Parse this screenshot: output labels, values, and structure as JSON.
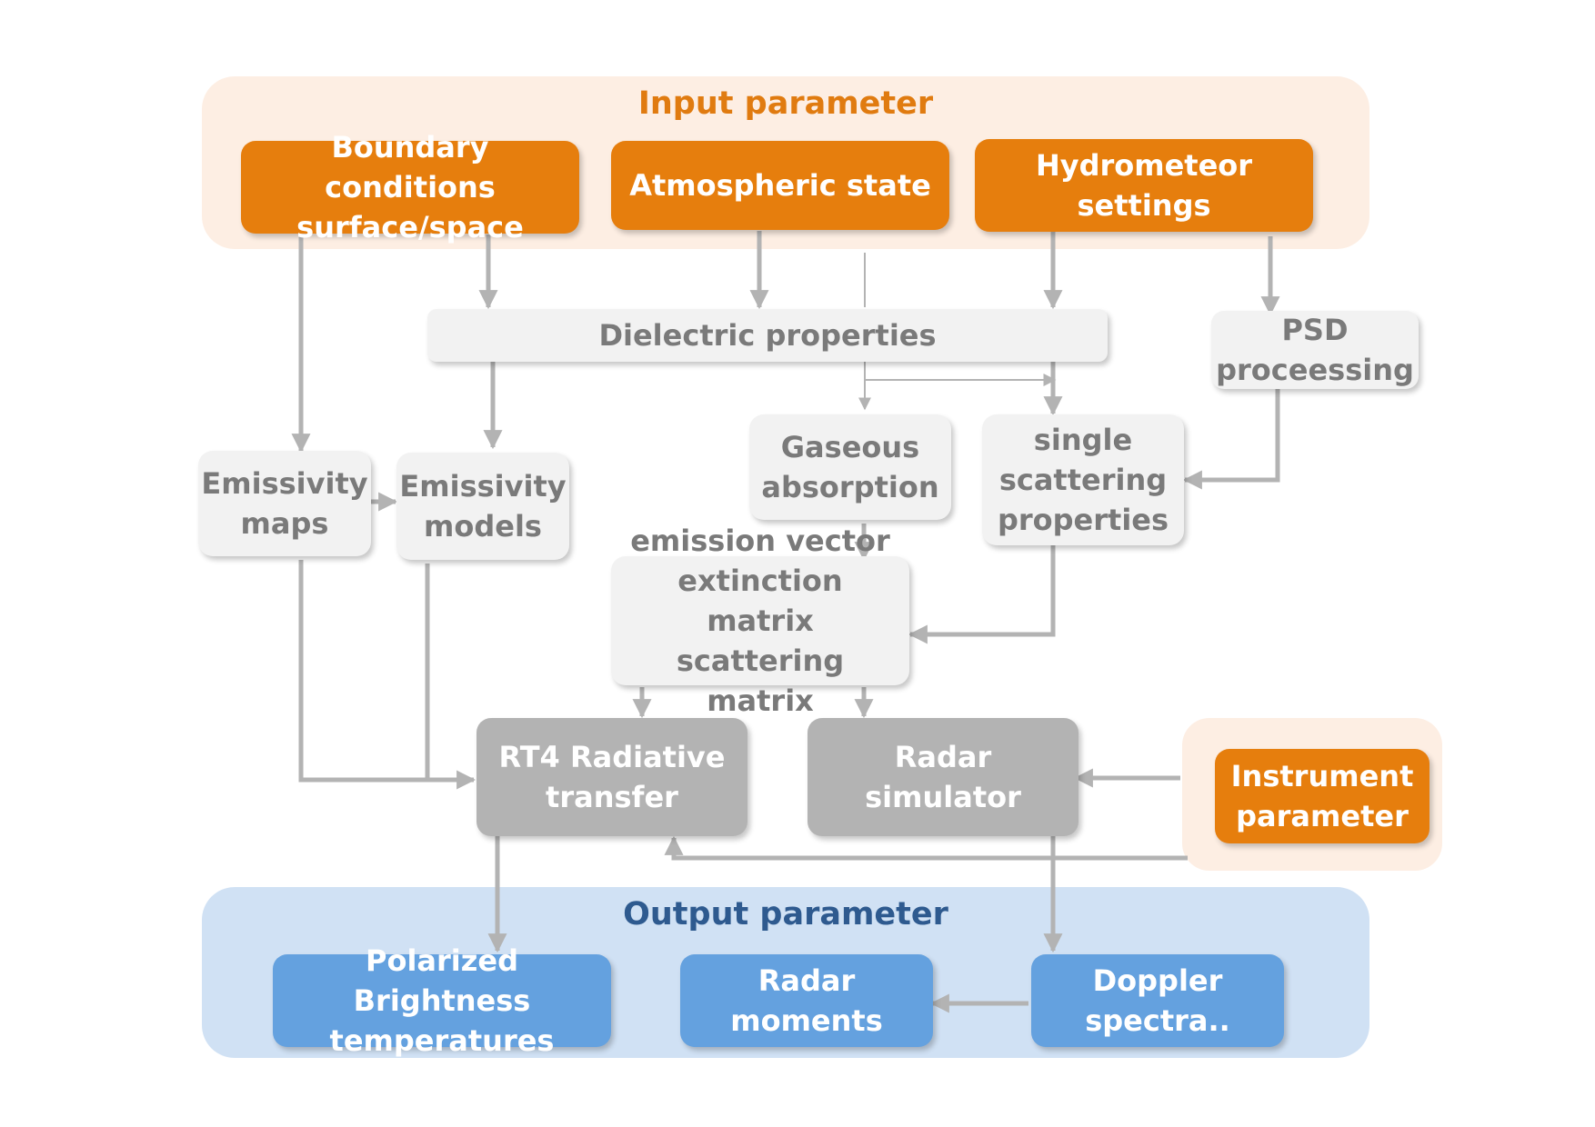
{
  "colors": {
    "input_panel": "#fdeee3",
    "output_panel": "#d0e1f4",
    "input_title": "#e07b10",
    "output_title": "#2e5a8f",
    "orange_box": "#e67e0d",
    "light_box": "#f2f2f2",
    "mid_box": "#b3b3b3",
    "blue_box": "#64a1df",
    "arrow": "#b3b3b3"
  },
  "input_panel": {
    "title": "Input parameter",
    "boxes": {
      "boundary": "Boundary conditions\nsurface/space",
      "atmospheric": "Atmospheric state",
      "hydrometeor": "Hydrometeor\nsettings"
    }
  },
  "processing": {
    "dielectric": "Dielectric properties",
    "psd": "PSD\nproceessing",
    "emissivity_maps": "Emissivity\nmaps",
    "emissivity_models": "Emissivity\nmodels",
    "gaseous": "Gaseous\nabsorption",
    "single_scattering": "single\nscattering\nproperties",
    "matrices": "emission vector\nextinction matrix\nscattering matrix",
    "rt4": "RT4  Radiative\ntransfer",
    "radar_sim": "Radar\nsimulator"
  },
  "instrument_panel": {
    "box": "Instrument\nparameter"
  },
  "output_panel": {
    "title": "Output parameter",
    "boxes": {
      "brightness": "Polarized Brightness\ntemperatures",
      "radar_moments": "Radar\nmoments",
      "doppler": "Doppler\nspectra.."
    }
  }
}
